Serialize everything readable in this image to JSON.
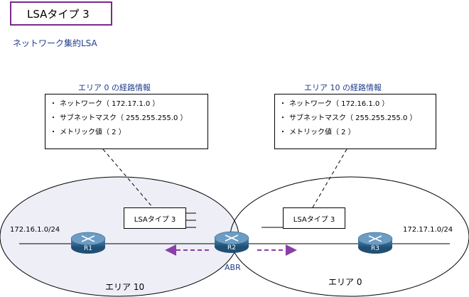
{
  "title": "LSAタイプ 3",
  "subtitle": "ネットワーク集約LSA",
  "left_info": {
    "heading": "エリア 0 の経路情報",
    "lines": [
      "ネットワーク（ 172.17.1.0 ）",
      "サブネットマスク（ 255.255.255.0 ）",
      "メトリック値（ 2 ）"
    ]
  },
  "right_info": {
    "heading": "エリア 10 の経路情報",
    "lines": [
      "ネットワーク（ 172.16.1.0 ）",
      "サブネットマスク（ 255.255.255.0 ）",
      "メトリック値（ 2 ）"
    ]
  },
  "bullet": "・",
  "lsa_left": "LSAタイプ 3",
  "lsa_right": "LSAタイプ 3",
  "network_left": "172.16.1.0/24",
  "network_right": "172.17.1.0/24",
  "routers": {
    "r1": "R1",
    "r2": "R2",
    "r3": "R3"
  },
  "abr_label": "ABR",
  "area_left": "エリア 10",
  "area_right": "エリア 0",
  "colors": {
    "arrow": "#8a3fa6",
    "title_border": "#7b2a8a",
    "heading_text": "#1f3c8c",
    "router_fill": "#2f6b96"
  }
}
